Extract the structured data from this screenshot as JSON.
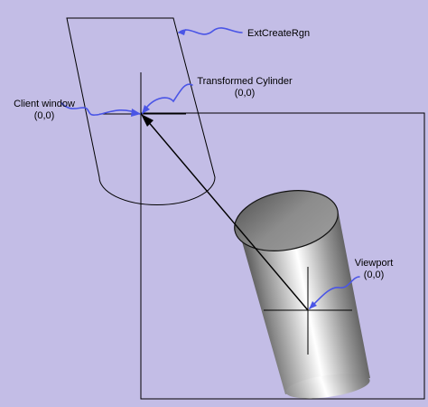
{
  "colors": {
    "background": "#c3bde6",
    "arrow": "#4a55e6",
    "line": "#000000"
  },
  "labels": {
    "ext_create_rgn": "ExtCreateRgn",
    "transformed_cylinder": "Transformed Cylinder",
    "transformed_cylinder_coords": "(0,0)",
    "client_window": "Client window",
    "client_window_coords": "(0,0)",
    "viewport": "Viewport",
    "viewport_coords": "(0,0)"
  }
}
